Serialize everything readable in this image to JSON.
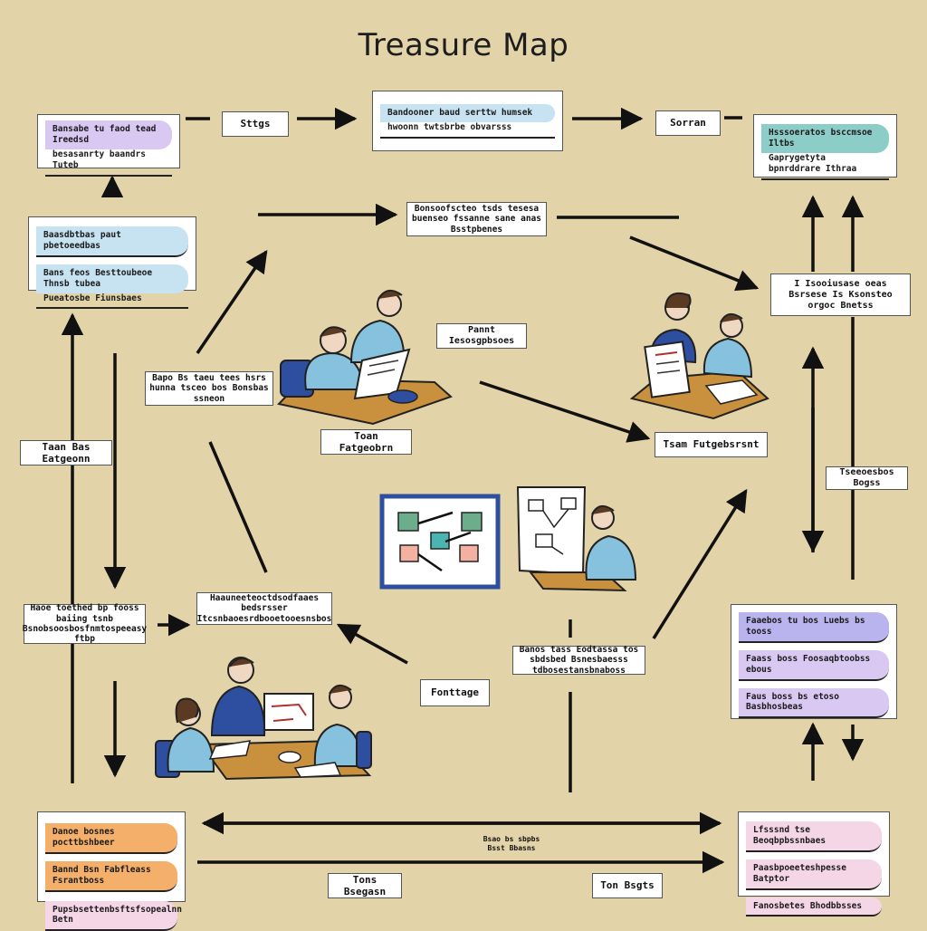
{
  "title": "Treasure Map",
  "cards": {
    "top_left": [
      "Bansabe tu faod tead Ireedsd",
      "besasanrty baandrs Tuteb"
    ],
    "top_center": [
      "Bandooner baud serttw humsek",
      "hwoonn twtsbrbe obvarsss"
    ],
    "top_right": [
      "Hsssoeratos bsccmsoe Iltbs",
      "Gaprygetyta bpnrddrare Ithraa"
    ],
    "left_upper": [
      "Baasdbtbas paut pbetoeedbas",
      "Bans feos Besttoubeoe Thnsb tubea",
      "Pueatosbe Fiunsbaes"
    ],
    "left_upper2": [],
    "right_lower": [
      "Faaebos tu bos Luebs bs tooss",
      "Faass boss Foosaqbtoobss ebous",
      "Faus boss bs etoso Basbhosbeas"
    ],
    "bottom_left": [
      "Danoe bosnes pocttbshbeer",
      "Bannd Bsn Fabfleass Fsrantboss",
      "Pupsbsettenbsftsfsopealnn Betn"
    ],
    "bottom_right": [
      "Lfsssnd tse Beoqbpbssnbaes",
      "Paasbpoeeteshpesse Batptor",
      "Fanosbetes Bhodbbsses"
    ]
  },
  "labels": {
    "stage": "Sttgs",
    "screen": "Sorran",
    "center_top": "Bonsoofscteo tsds tesesa buenseo fssanne sane anas Bsstpbenes",
    "right_mid": "I Isooiusase oeas Bsrsese Is Ksonsteo orgoc Bnetss",
    "pannt": "Pannt Iesosgpbsoes",
    "left_mid": "Bapo Bs taeu tees hsrs hunna tsceo bos Bonsbas ssneon",
    "team_center": "Toan Fatgeobrn",
    "team_right": "Tsam Futgebsrsnt",
    "team_left": "Taan Bas Eatgeonn",
    "far_right": "Tseeoesbos Bogss",
    "lower_left": "Haoe toethed bp fooss baiing tsnb Bsnobsoosbosfnmtospeeasy ftbp",
    "lower_center_left": "Haauneeteoctdsodfaaes bedsrsser Itcsnbaoesrdbooetooesnsbos",
    "lower_center": "Banos tass Eodtassa tos sbdsbed Bsnesbaesss tdbosestansbnaboss",
    "footnote": "Fonttage",
    "bottom_mid_line1": "Bsao bs sbpbs",
    "bottom_mid_line2": "Bsst Bbasns",
    "bottom_btn_left": "Tons Bsegasn",
    "bottom_btn_right": "Ton Bsgts"
  },
  "colors": {
    "background": "#e2d3a9",
    "purple_strip": "#d8c8f2",
    "blue_strip": "#c7e3f2",
    "teal_strip": "#8dcdc7",
    "orange_strip": "#f4b06a",
    "pink_strip": "#f5d6e6",
    "lavender_strip": "#b9b3ee",
    "shirt_blue": "#86c1dd",
    "table_brown": "#c9903e",
    "board_blue": "#2e4fa0"
  }
}
